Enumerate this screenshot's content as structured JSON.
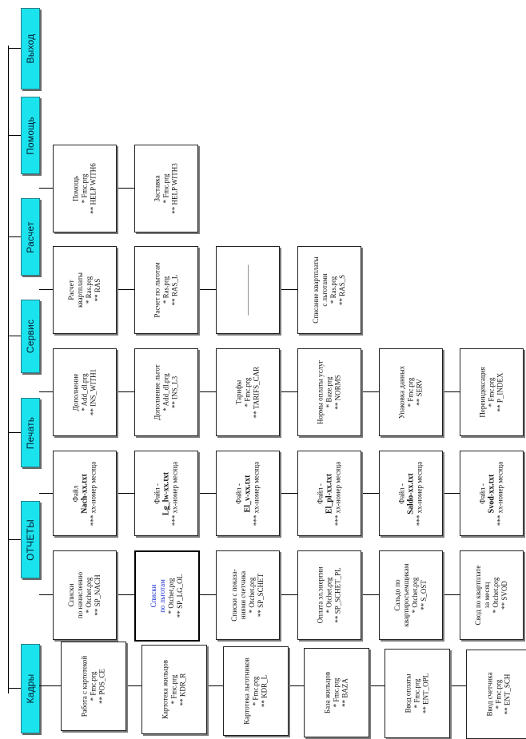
{
  "tabs": [
    {
      "id": "kadry",
      "label": "Кадры"
    },
    {
      "id": "otchety",
      "label": "ОТЧЕТЫ"
    },
    {
      "id": "pechat",
      "label": "Печать"
    },
    {
      "id": "servis",
      "label": "Сервис"
    },
    {
      "id": "raschet",
      "label": "Расчет"
    },
    {
      "id": "pomosch",
      "label": "Помощь"
    },
    {
      "id": "vyhod",
      "label": "Выход"
    }
  ],
  "columns": {
    "kadry": [
      {
        "name": "Работа с картотекой",
        "lines": [
          "Работа с картотекой",
          "* Fmc.prg",
          "** POS_CE"
        ]
      },
      {
        "name": "Картотека жильцов",
        "lines": [
          "Картотека жильцов",
          "* Fmc.prg",
          "** KDR_R"
        ]
      },
      {
        "name": "Картотека льготников",
        "lines": [
          "Картотека льготников",
          "* Fmc.prg",
          "** KDR_L"
        ]
      },
      {
        "name": "База жильцов",
        "lines": [
          "База жильцов",
          "* Fmc.prg",
          "** BAZA"
        ]
      },
      {
        "name": "Ввод оплаты",
        "lines": [
          "Ввод оплаты",
          "* Fmc.prg",
          "** ENT_OPL"
        ]
      },
      {
        "name": "Ввод счетчика",
        "lines": [
          "Ввод счетчика",
          "* Fmc.prg",
          "** ENT_SCH"
        ]
      }
    ],
    "otchety": [
      {
        "name": "Списки по начислению",
        "lines": [
          "Списки",
          "по начислению",
          "* Otchet.prg",
          "** SP_NACH"
        ]
      },
      {
        "name": "Списки по льготам",
        "lines": [
          "Списки",
          "по льготам",
          "* Otchet.prg",
          "** SP_LG_OL"
        ],
        "selected": true
      },
      {
        "name": "Списки с показаниями счетчика",
        "lines": [
          "Списки с показа-",
          "ниями счетчика",
          "* Otchet.prg",
          "** SP_SCHET"
        ]
      },
      {
        "name": "Оплата эл.энергии",
        "lines": [
          "Оплата эл.энергии",
          "* Otchet.prg",
          "** SP_SCHET_PL"
        ]
      },
      {
        "name": "Сальдо по квартиросъемщикам",
        "lines": [
          "Сальдо по",
          "квартиросъемщикам",
          "* Otchet.prg",
          "** S_OST"
        ]
      },
      {
        "name": "Свод по квартплате за месяц",
        "lines": [
          "Свод по квартплате",
          "за месяц",
          "* Otchet.prg",
          "** SVOD"
        ]
      }
    ],
    "pechat": [
      {
        "name": "Файл Nach-xx.txt",
        "lines": [
          "Файл",
          "Nach-xx.txt",
          "*** xx-номер месяца"
        ]
      },
      {
        "name": "Файл Lg_lw-xx.txt",
        "lines": [
          "Файл -",
          "Lg_lw-xx.txt",
          "*** xx-номер месяца"
        ]
      },
      {
        "name": "Файл El_v-xx.txt",
        "lines": [
          "Файл -",
          "El_v-xx.txt",
          "*** xx-номер месяца"
        ]
      },
      {
        "name": "Файл El_pl-xx.txt",
        "lines": [
          "Файл -",
          "El_pl-xx.txt",
          "*** xx-номер месяца"
        ]
      },
      {
        "name": "Файл Saldo-xx.txt",
        "lines": [
          "Файл -",
          "Saldo-xx.txt",
          "*** xx-номер месяца"
        ]
      },
      {
        "name": "Файл Svod-xx.txt",
        "lines": [
          "Файл -",
          "Svod-xx.txt",
          "*** xx-номер месяца"
        ]
      }
    ],
    "servis": [
      {
        "name": "Дополнение",
        "lines": [
          "Дополнение",
          "* Add_dl.prg",
          "** INS_WITH1"
        ]
      },
      {
        "name": "Дополнение льгот",
        "lines": [
          "Дополнение льгот",
          "* Add_dl.prg",
          "** INS_L3"
        ]
      },
      {
        "name": "Тарифы",
        "lines": [
          "Тарифы",
          "* Fmc.prg",
          "** TARIFS_CAR"
        ]
      },
      {
        "name": "Нормы оплаты услуг",
        "lines": [
          "Нормы оплаты услуг",
          "* Baze.prg",
          "** NORMS"
        ]
      },
      {
        "name": "Упаковка данных",
        "lines": [
          "Упаковка данных",
          "* Fmc.prg",
          "** SERV"
        ]
      },
      {
        "name": "Переиндексация",
        "lines": [
          "Переиндексация",
          "* Fmc.prg",
          "** P_INDEX"
        ]
      }
    ],
    "raschet": [
      {
        "name": "Расчет квартплаты",
        "lines": [
          "Расчет",
          "квартплаты",
          "* Ras.prg",
          "** RAS"
        ]
      },
      {
        "name": "Расчет по льготам",
        "lines": [
          "Расчет по льготам",
          "* Ras.prg",
          "** RAS_L"
        ]
      },
      {
        "name": "Пустой блок",
        "lines": [
          "———————"
        ]
      },
      {
        "name": "Списание квартплаты с льготами",
        "lines": [
          "Списание квартплаты",
          "с льготами",
          "* Ras.prg",
          "** RAS_S"
        ]
      }
    ],
    "pomosch": [
      {
        "name": "Помощь",
        "lines": [
          "Помощь",
          "* Fmc.prg",
          "** HELP WITH6"
        ]
      },
      {
        "name": "Заставка",
        "lines": [
          "Заставка",
          "* Fmc.prg",
          "** HELP WITH3"
        ]
      }
    ]
  }
}
